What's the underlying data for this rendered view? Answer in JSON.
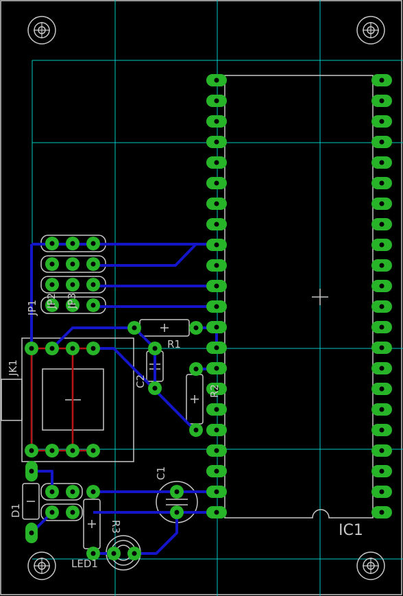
{
  "colors": {
    "background": "#000000",
    "board_outline": "#c8c8c8",
    "grid": "#00c8c8",
    "trace_bottom": "#1414c8",
    "trace_top": "#b41414",
    "pad": "#28b428",
    "silk": "#c8c8c8"
  },
  "labels": {
    "ic1": "IC1",
    "jp1": "JP1",
    "jp2": "JP2",
    "jp3": "JP3",
    "jk1": "JK1",
    "r1": "R1",
    "r2": "R2",
    "r3": "R3",
    "c1": "C1",
    "c2": "C2",
    "d1": "D1",
    "led1": "LED1"
  },
  "components": {
    "ic1": {
      "pins_per_side": 22
    },
    "jp_headers": {
      "rows": 4,
      "cols": 3
    }
  }
}
